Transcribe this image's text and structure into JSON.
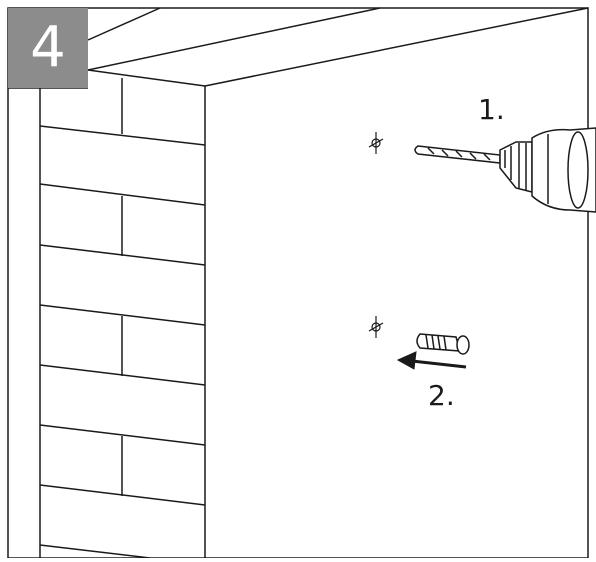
{
  "step": {
    "number": "4"
  },
  "instructions": [
    {
      "label": "1.",
      "action": "drill"
    },
    {
      "label": "2.",
      "action": "insert-wall-plug"
    }
  ],
  "colors": {
    "badge_background": "#8c8c8c",
    "line": "#1a1a1a",
    "background": "#ffffff"
  },
  "icons": [
    "drill-icon",
    "wall-plug-icon",
    "arrow-left-icon",
    "drill-mark-icon"
  ]
}
